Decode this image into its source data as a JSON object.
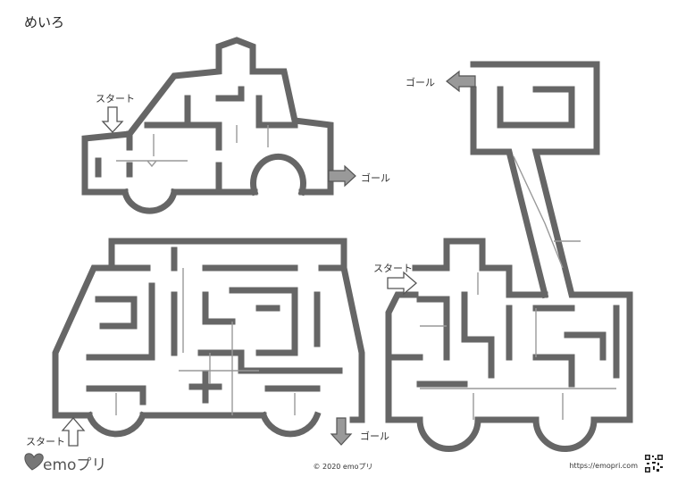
{
  "title": "めいろ",
  "labels": {
    "start": "スタート",
    "goal": "ゴール"
  },
  "footer": {
    "copyright": "© 2020 emoプリ",
    "url": "https://emopri.com"
  },
  "brand": {
    "logo_text": "emoプリ"
  },
  "mazes": [
    {
      "name": "car",
      "start_label": "スタート",
      "goal_label": "ゴール"
    },
    {
      "name": "ambulance",
      "start_label": "スタート",
      "goal_label": "ゴール"
    },
    {
      "name": "crane-truck",
      "start_label": "スタート",
      "goal_label": "ゴール"
    }
  ],
  "colors": {
    "wall": "#666666",
    "trail": "#999999",
    "arrow": "#999999"
  }
}
